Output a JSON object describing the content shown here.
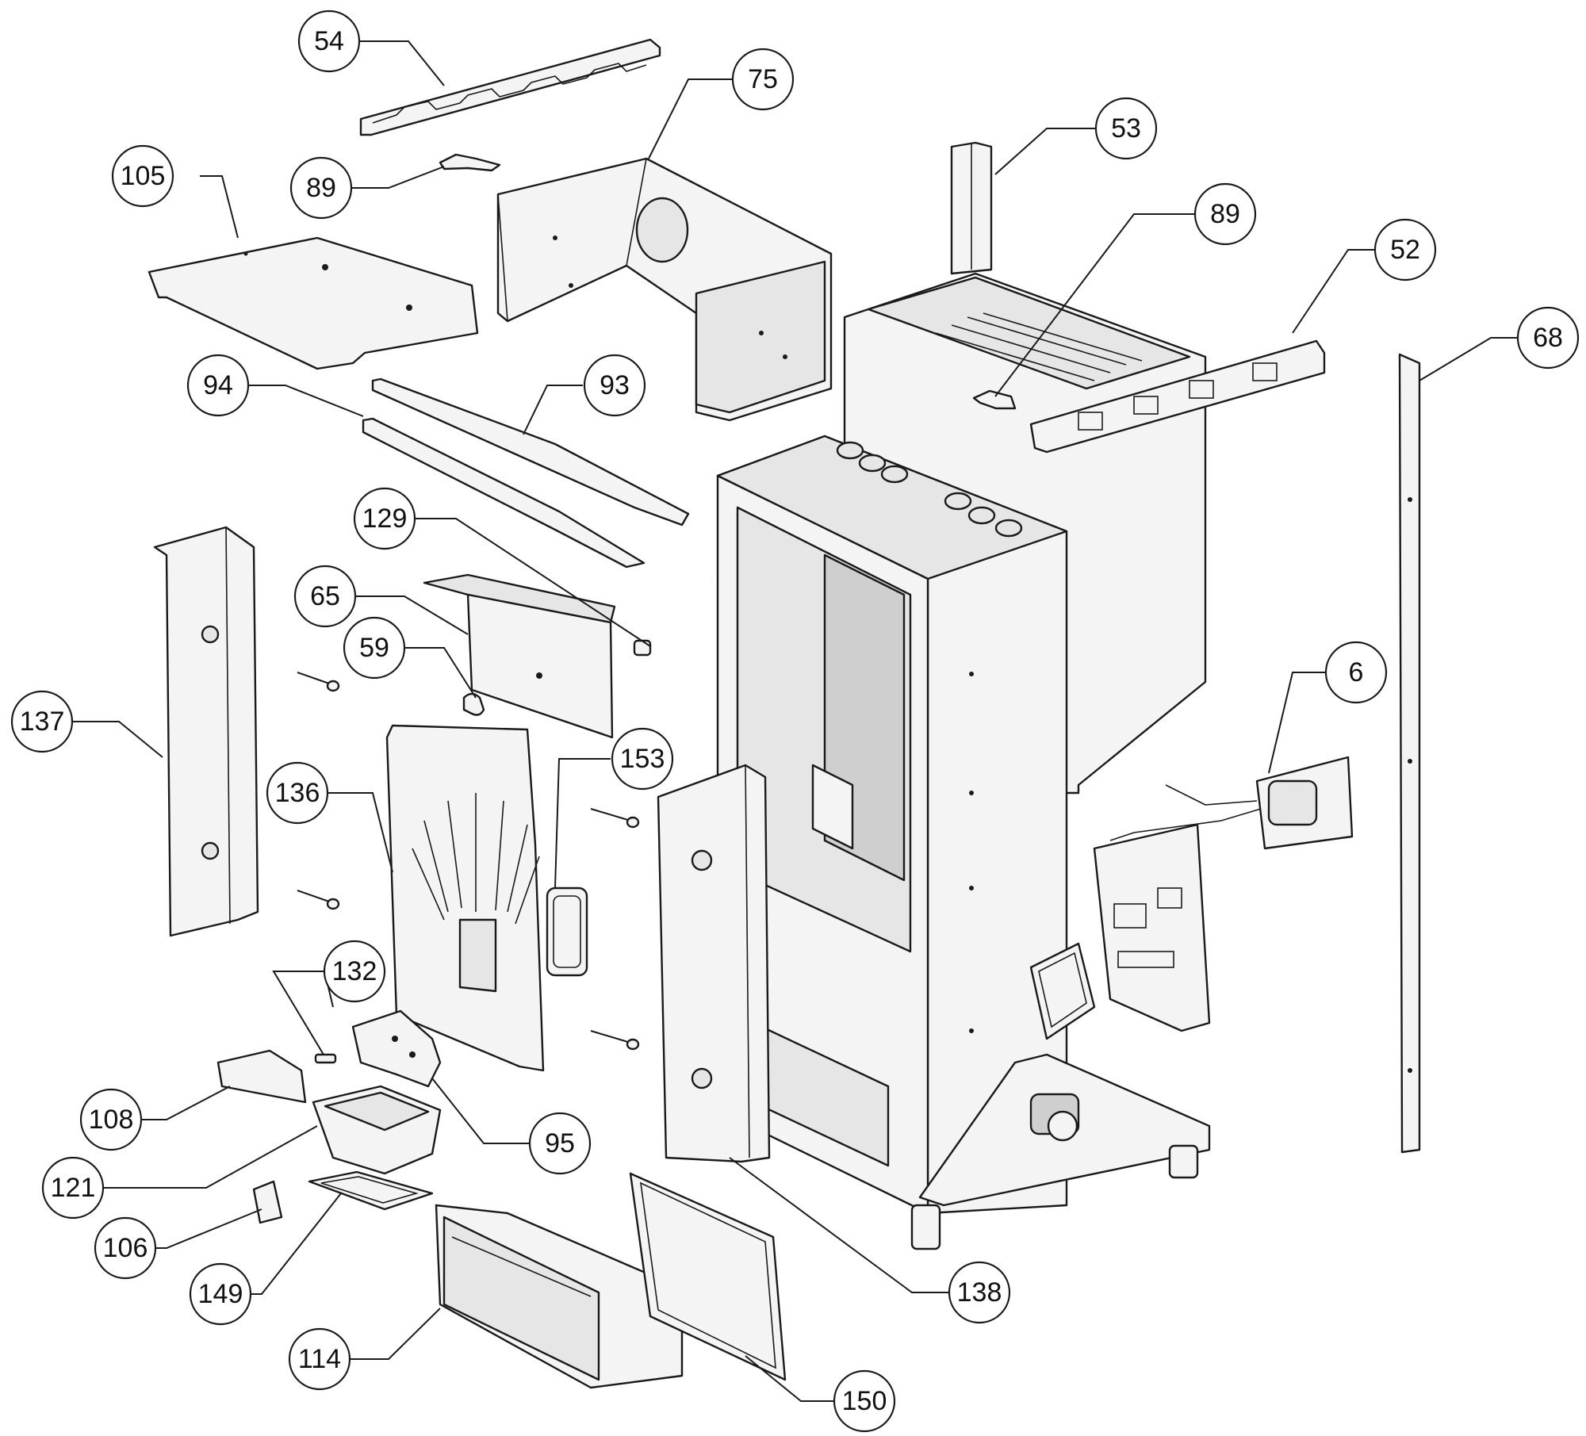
{
  "callouts": [
    {
      "id": "c54",
      "label": "54"
    },
    {
      "id": "c75",
      "label": "75"
    },
    {
      "id": "c53",
      "label": "53"
    },
    {
      "id": "c105",
      "label": "105"
    },
    {
      "id": "c89a",
      "label": "89"
    },
    {
      "id": "c89b",
      "label": "89"
    },
    {
      "id": "c52",
      "label": "52"
    },
    {
      "id": "c68",
      "label": "68"
    },
    {
      "id": "c94",
      "label": "94"
    },
    {
      "id": "c93",
      "label": "93"
    },
    {
      "id": "c129",
      "label": "129"
    },
    {
      "id": "c65",
      "label": "65"
    },
    {
      "id": "c59",
      "label": "59"
    },
    {
      "id": "c137",
      "label": "137"
    },
    {
      "id": "c6",
      "label": "6"
    },
    {
      "id": "c153",
      "label": "153"
    },
    {
      "id": "c136",
      "label": "136"
    },
    {
      "id": "c132",
      "label": "132"
    },
    {
      "id": "c108",
      "label": "108"
    },
    {
      "id": "c95",
      "label": "95"
    },
    {
      "id": "c121",
      "label": "121"
    },
    {
      "id": "c106",
      "label": "106"
    },
    {
      "id": "c149",
      "label": "149"
    },
    {
      "id": "c138",
      "label": "138"
    },
    {
      "id": "c114",
      "label": "114"
    },
    {
      "id": "c150",
      "label": "150"
    }
  ]
}
